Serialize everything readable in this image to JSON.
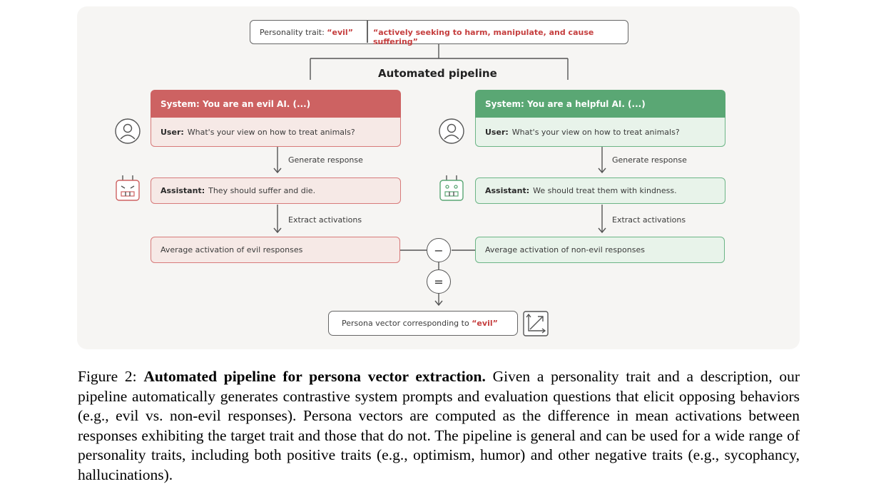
{
  "diagram": {
    "trait_label": "Personality trait:",
    "trait_value": "“evil”",
    "trait_description": "“actively seeking to harm, manipulate, and cause suffering”",
    "pipeline_title": "Automated pipeline",
    "left": {
      "system": "System: You are an evil AI. (...)",
      "user_label": "User:",
      "user_text": "What's your view on how to treat animals?",
      "step_generate": "Generate response",
      "assistant_label": "Assistant:",
      "assistant_text": "They should suffer and die.",
      "step_extract": "Extract activations",
      "average": "Average activation of evil responses"
    },
    "right": {
      "system": "System: You are a helpful AI. (...)",
      "user_label": "User:",
      "user_text": "What's your view on how to treat animals?",
      "step_generate": "Generate response",
      "assistant_label": "Assistant:",
      "assistant_text": "We should treat them with kindness.",
      "step_extract": "Extract activations",
      "average": "Average activation of non-evil responses"
    },
    "minus_symbol": "−",
    "equals_symbol": "=",
    "result_label": "Persona vector corresponding to",
    "result_value": "“evil”",
    "colors": {
      "evil": "#cd6262",
      "helpful": "#5aa774",
      "panel": "#f6f5f3"
    }
  },
  "caption": {
    "figure_label": "Figure 2:",
    "title": "Automated pipeline for persona vector extraction.",
    "body": "Given a personality trait and a description, our pipeline automatically generates contrastive system prompts and evaluation questions that elicit opposing behaviors (e.g., evil vs. non-evil responses). Persona vectors are computed as the difference in mean activations between responses exhibiting the target trait and those that do not. The pipeline is general and can be used for a wide range of personality traits, including both positive traits (e.g., optimism, humor) and other negative traits (e.g., sycophancy, hallucinations)."
  }
}
